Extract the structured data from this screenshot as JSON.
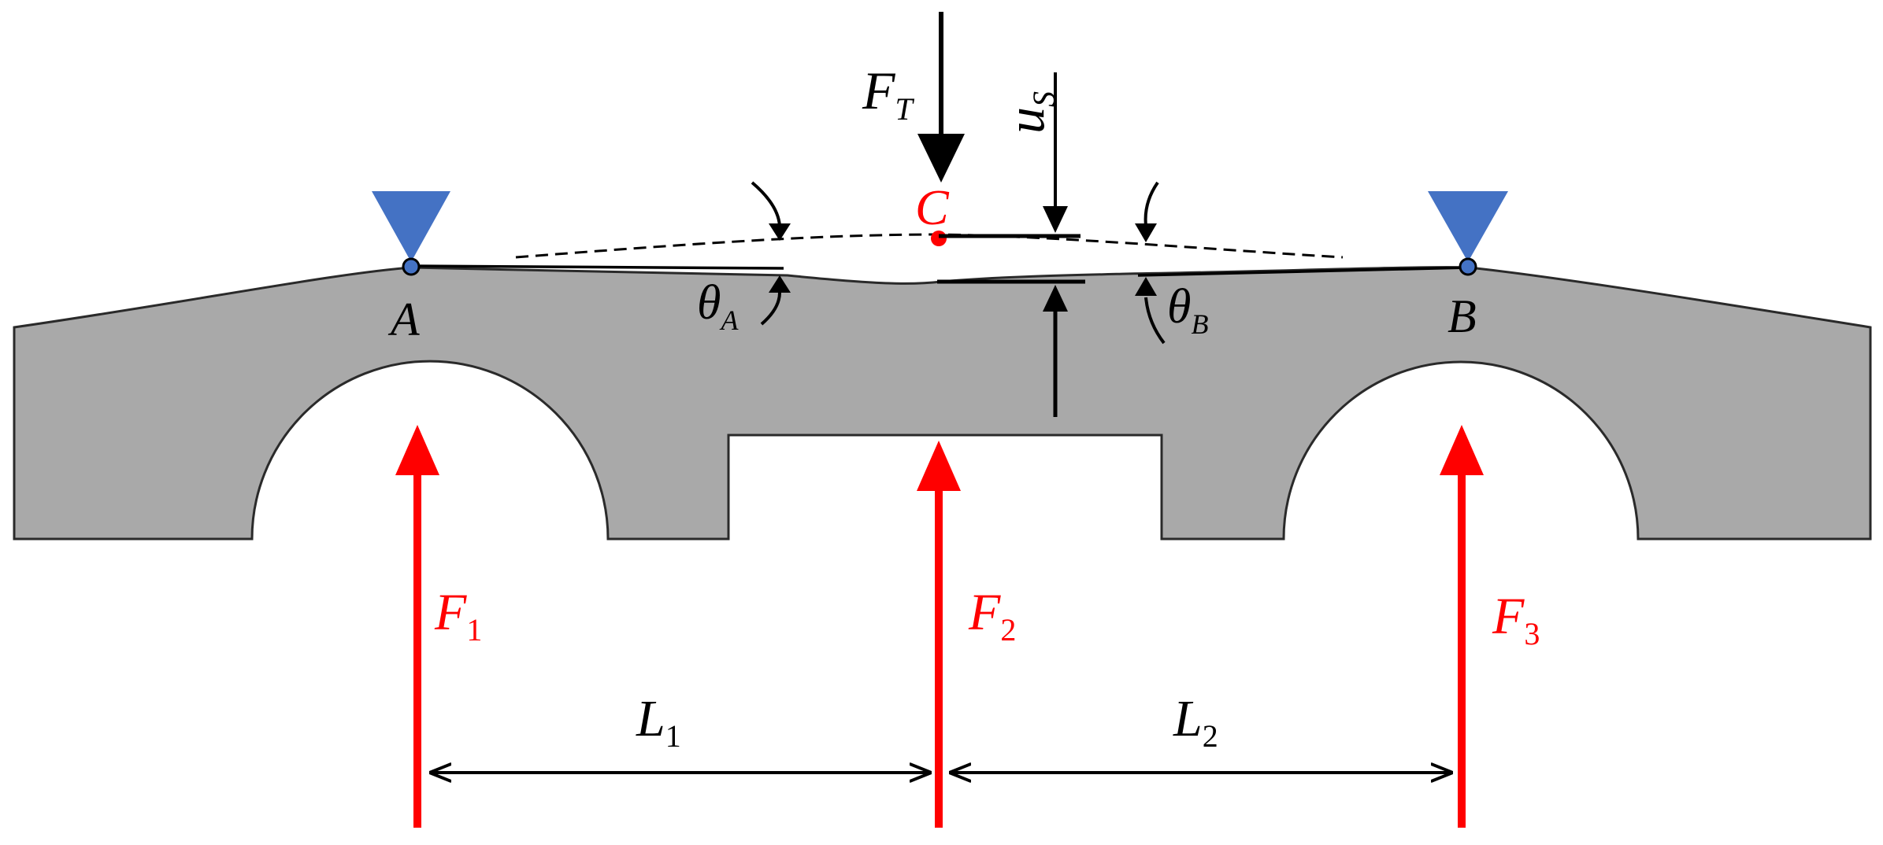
{
  "colors": {
    "body_fill": "#a9a9a9",
    "support": "#4472c4",
    "reaction": "#ff0000",
    "ink": "#000000"
  },
  "labels": {
    "FT": {
      "main": "F",
      "sub": "T"
    },
    "us": {
      "main": "u",
      "sub": "S"
    },
    "C": "C",
    "A": "A",
    "B": "B",
    "thetaA": {
      "main": "θ",
      "sub": "A"
    },
    "thetaB": {
      "main": "θ",
      "sub": "B"
    },
    "F1": {
      "main": "F",
      "sub": "1"
    },
    "F2": {
      "main": "F",
      "sub": "2"
    },
    "F3": {
      "main": "F",
      "sub": "3"
    },
    "L1": {
      "main": "L",
      "sub": "1"
    },
    "L2": {
      "main": "L",
      "sub": "2"
    }
  }
}
